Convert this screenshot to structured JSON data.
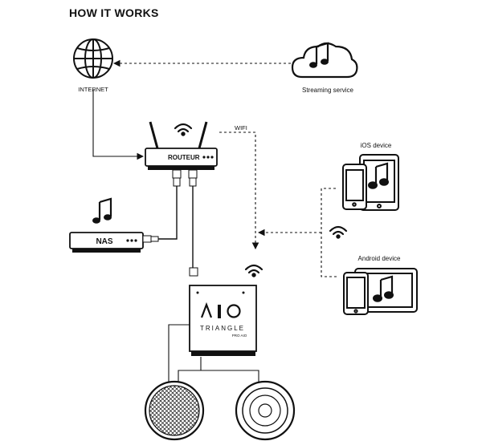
{
  "title": "HOW IT WORKS",
  "nodes": {
    "internet": "INTERNET",
    "streaming": "Streaming service",
    "router": "ROUTEUR",
    "nas": "NAS",
    "ios": "iOS device",
    "android": "Android device",
    "wifi": "WIFI"
  },
  "amp": {
    "logo": "AIO",
    "brand": "TRIANGLE",
    "model": "PRO AIO"
  },
  "icons": {
    "internet": "globe-icon",
    "streaming": "music-cloud-icon",
    "router": "router-icon",
    "router_wifi": "wifi-icon",
    "nas": "nas-box-icon",
    "nas_music": "music-note-icon",
    "ios": "phone-tablet-icon",
    "android": "android-phone-tablet-icon",
    "amp_wifi": "wifi-icon",
    "devices_wifi": "wifi-icon",
    "speaker_left": "speaker-grille-icon",
    "speaker_right": "speaker-woofer-icon"
  },
  "colors": {
    "ink": "#111111",
    "background": "#ffffff"
  }
}
